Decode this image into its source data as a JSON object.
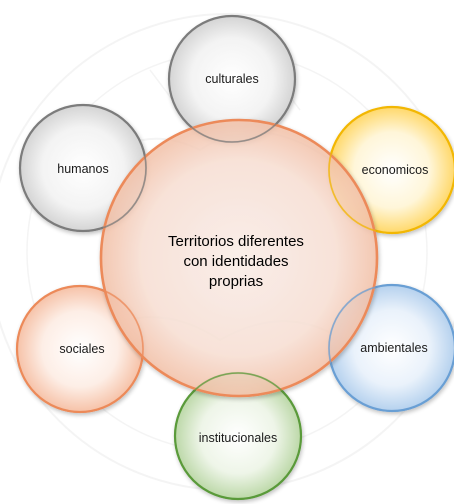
{
  "center": {
    "lines": [
      "Territorios diferentes",
      "con identidades",
      "proprias"
    ],
    "color": "#f4a582"
  },
  "satellites": [
    {
      "label": "culturales",
      "color": "#bdbdbd"
    },
    {
      "label": "economicos",
      "color": "#ffd23f"
    },
    {
      "label": "ambientales",
      "color": "#9fc5e8"
    },
    {
      "label": "institucionales",
      "color": "#8fbc6f"
    },
    {
      "label": "sociales",
      "color": "#f4a582"
    },
    {
      "label": "humanos",
      "color": "#bdbdbd"
    }
  ]
}
